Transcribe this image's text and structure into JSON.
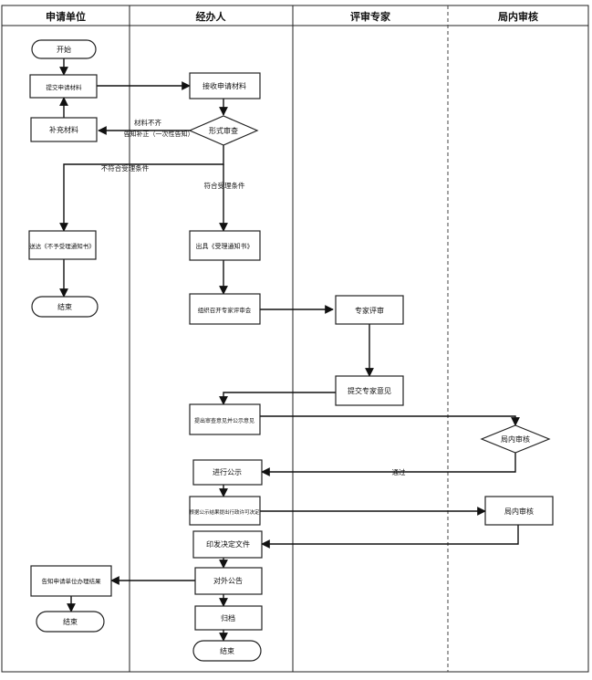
{
  "lanes": {
    "applicant": "申请单位",
    "handler": "经办人",
    "expert": "评审专家",
    "bureau": "局内审核"
  },
  "nodes": {
    "start1": "开始",
    "submit_application": "提交申请材料",
    "receive_materials": "接收申请材料",
    "form_review": "形式审查",
    "supplement": "补充材料",
    "notify_supplement": "告知补正（一次性告知）",
    "not_accept_notice": "送达《不予受理通知书》",
    "end1": "结束",
    "accept_notice": "出具《受理通知书》",
    "organize_review": "组织召开专家评审会",
    "expert_review": "专家评审",
    "submit_opinion": "提交专家意见",
    "handle_opinion": "提出审查意见并公示意见",
    "bureau_audit1": "局内审核",
    "publicity": "进行公示",
    "draft_decision": "根据公示结果提出行政许可决定",
    "bureau_audit2": "局内审核",
    "issue_decision": "印发决定文件",
    "announce": "对外公告",
    "send_result": "告知申请单位办理结果",
    "end2": "结束",
    "archive": "归档",
    "end3": "结束"
  },
  "edge_labels": {
    "incomplete": "材料不齐",
    "not_meet": "不符合受理条件",
    "meet": "符合受理条件",
    "pass": "通过"
  }
}
